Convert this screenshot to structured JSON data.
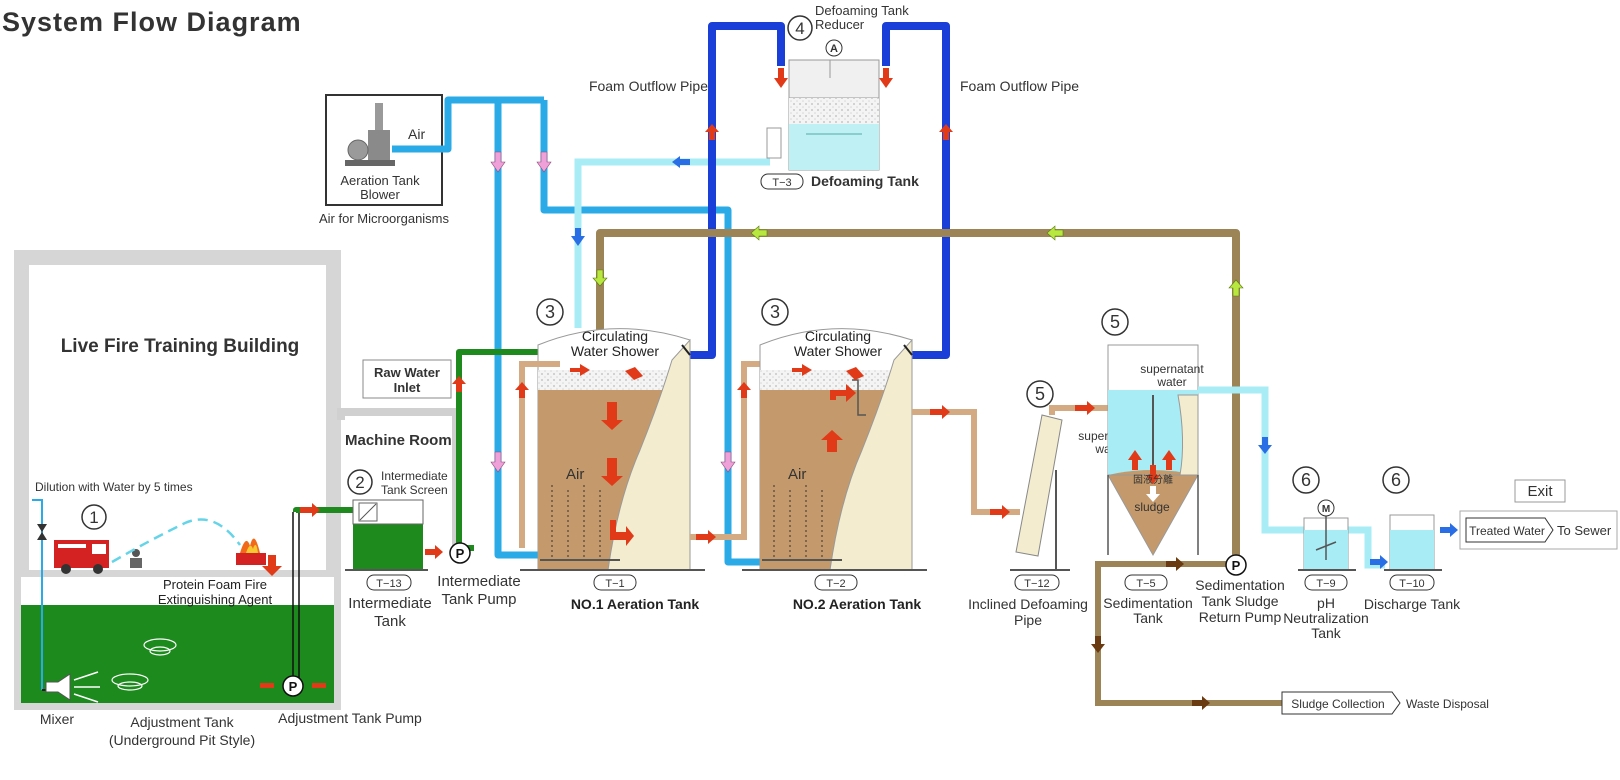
{
  "title": "System Flow Diagram",
  "colors": {
    "air_pipe": "#2aaae6",
    "foam_pipe": "#1a3fd9",
    "circ_pipe": "#9c8457",
    "light_pipe": "#a8ecf6",
    "green_pipe": "#1e8a1e",
    "tan_pipe": "#d4aa82",
    "arrow_red": "#e03a18",
    "arrow_pink": "#f0a0d8",
    "arrow_lime": "#b8e840",
    "sludge": "#c49a6c",
    "foam_tank": "#f3eccf"
  },
  "building": {
    "label": "Live Fire Training Building",
    "dilution": "Dilution with Water by 5 times",
    "agent_line1": "Protein Foam Fire",
    "agent_line2": "Extinguishing Agent",
    "mixer": "Mixer",
    "adj_tank_line1": "Adjustment Tank",
    "adj_tank_line2": "(Underground Pit Style)",
    "adj_pump": "Adjustment Tank Pump",
    "pump_symbol": "P"
  },
  "blower": {
    "line1": "Aeration Tank",
    "line2": "Blower",
    "air": "Air",
    "caption": "Air for Microorganisms"
  },
  "raw_water": {
    "line1": "Raw Water",
    "line2": "Inlet"
  },
  "machine_room": "Machine Room",
  "intermediate": {
    "screen_line1": "Intermediate",
    "screen_line2": "Tank Screen",
    "tag": "T−13",
    "tank_line1": "Intermediate",
    "tank_line2": "Tank",
    "pump_line1": "Intermediate",
    "pump_line2": "Tank Pump",
    "pump_symbol": "P"
  },
  "numbers": {
    "n1": "1",
    "n2": "2",
    "n3a": "3",
    "n3b": "3",
    "n4": "4",
    "n5a": "5",
    "n5b": "5",
    "n6a": "6",
    "n6b": "6"
  },
  "aeration1": {
    "shower_line1": "Circulating",
    "shower_line2": "Water Shower",
    "air": "Air",
    "tag": "T−1",
    "label": "NO.1  Aeration Tank"
  },
  "aeration2": {
    "shower_line1": "Circulating",
    "shower_line2": "Water Shower",
    "air": "Air",
    "tag": "T−2",
    "label": "NO.2  Aeration Tank"
  },
  "defoaming": {
    "reducer_line1": "Defoaming Tank",
    "reducer_line2": "Reducer",
    "motor": "A",
    "tag": "T−3",
    "label": "Defoaming Tank",
    "outflow_left": "Foam Outflow Pipe",
    "outflow_right": "Foam Outflow Pipe"
  },
  "inclined": {
    "tag": "T−12",
    "line1": "Inclined Defoaming",
    "line2": "Pipe",
    "supernatant_line1": "supernatant",
    "supernatant_line2": "water"
  },
  "sedimentation": {
    "supernatant_line1": "supernatant",
    "supernatant_line2": "water",
    "separation": "固液分離",
    "sludge": "sludge",
    "tag": "T−5",
    "line1": "Sedimentation",
    "line2": "Tank",
    "pump_symbol": "P",
    "pump_line1": "Sedimentation",
    "pump_line2": "Tank Sludge",
    "pump_line3": "Return Pump"
  },
  "ph": {
    "motor": "M",
    "tag": "T−9",
    "line1": "pH",
    "line2": "Neutralization",
    "line3": "Tank"
  },
  "discharge": {
    "tag": "T−10",
    "label": "Discharge Tank"
  },
  "exit": {
    "label": "Exit",
    "treated": "Treated Water",
    "to_sewer": "To Sewer"
  },
  "sludge_out": {
    "collection": "Sludge Collection",
    "disposal": "Waste Disposal"
  }
}
